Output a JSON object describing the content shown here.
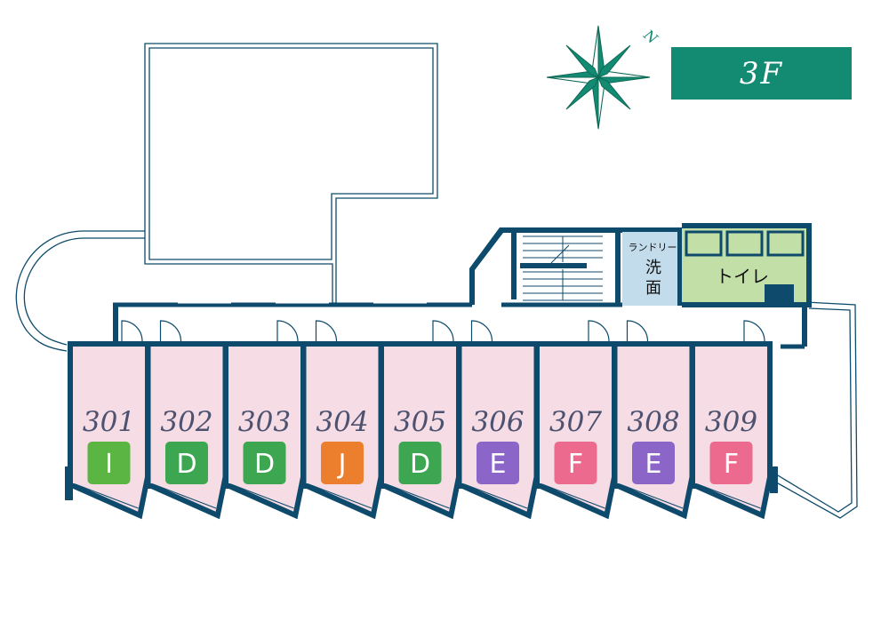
{
  "floor_label": "3F",
  "compass_label": "N",
  "facilities": {
    "laundry_label": "ランドリー",
    "washroom_label_1": "洗",
    "washroom_label_2": "面",
    "toilet_label": "トイレ"
  },
  "rooms": [
    {
      "number": "301",
      "type": "I",
      "type_color": "#5bb543"
    },
    {
      "number": "302",
      "type": "D",
      "type_color": "#3ca650"
    },
    {
      "number": "303",
      "type": "D",
      "type_color": "#3ca650"
    },
    {
      "number": "304",
      "type": "J",
      "type_color": "#eb7f2e"
    },
    {
      "number": "305",
      "type": "D",
      "type_color": "#3ca650"
    },
    {
      "number": "306",
      "type": "E",
      "type_color": "#8c65c8"
    },
    {
      "number": "307",
      "type": "F",
      "type_color": "#ec6a8d"
    },
    {
      "number": "308",
      "type": "E",
      "type_color": "#8c65c8"
    },
    {
      "number": "309",
      "type": "F",
      "type_color": "#ec6a8d"
    }
  ],
  "colors": {
    "wall": "#0d4a6b",
    "room_fill": "#f6dce4",
    "toilet_fill": "#c2dfa8",
    "washroom_fill": "#c2dcec",
    "brand": "#138a72"
  }
}
